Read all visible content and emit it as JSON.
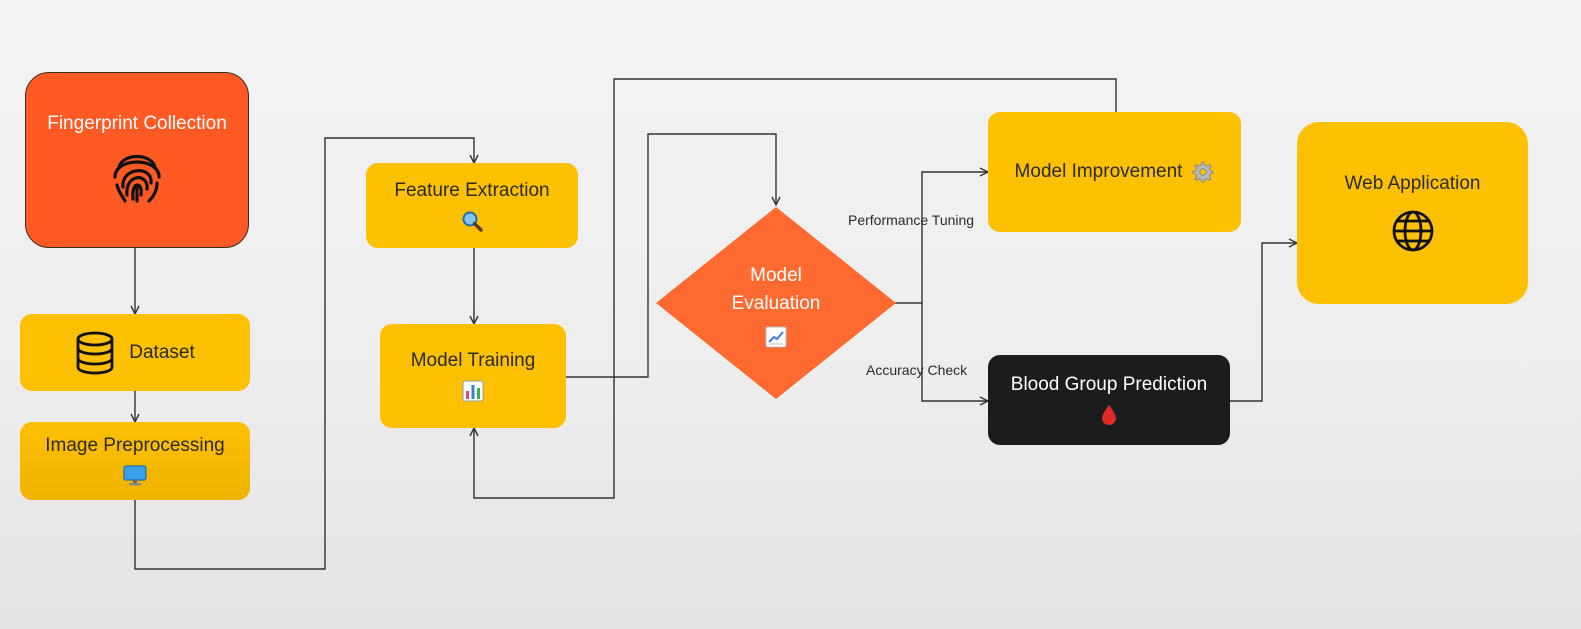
{
  "nodes": {
    "fingerprint": {
      "label": "Fingerprint Collection",
      "icon": "fingerprint-icon"
    },
    "dataset": {
      "label": "Dataset",
      "icon": "database-icon"
    },
    "preprocessing": {
      "label": "Image Preprocessing",
      "icon": "monitor-icon"
    },
    "feature_extraction": {
      "label": "Feature Extraction",
      "icon": "magnifier-icon"
    },
    "model_training": {
      "label": "Model Training",
      "icon": "bar-chart-icon"
    },
    "model_evaluation": {
      "label_line1": "Model",
      "label_line2": "Evaluation",
      "icon": "line-chart-icon"
    },
    "model_improvement": {
      "label": "Model Improvement",
      "icon": "gear-icon"
    },
    "blood_group": {
      "label": "Blood Group Prediction",
      "icon": "blood-drop-icon"
    },
    "web_app": {
      "label": "Web Application",
      "icon": "globe-icon"
    }
  },
  "edges": {
    "performance_tuning": "Performance Tuning",
    "accuracy_check": "Accuracy Check"
  },
  "colors": {
    "yellow": "#fdc003",
    "orange": "#ff5a24",
    "diamond": "#ff6a30",
    "black": "#1c1c1c",
    "connector": "#333333"
  }
}
